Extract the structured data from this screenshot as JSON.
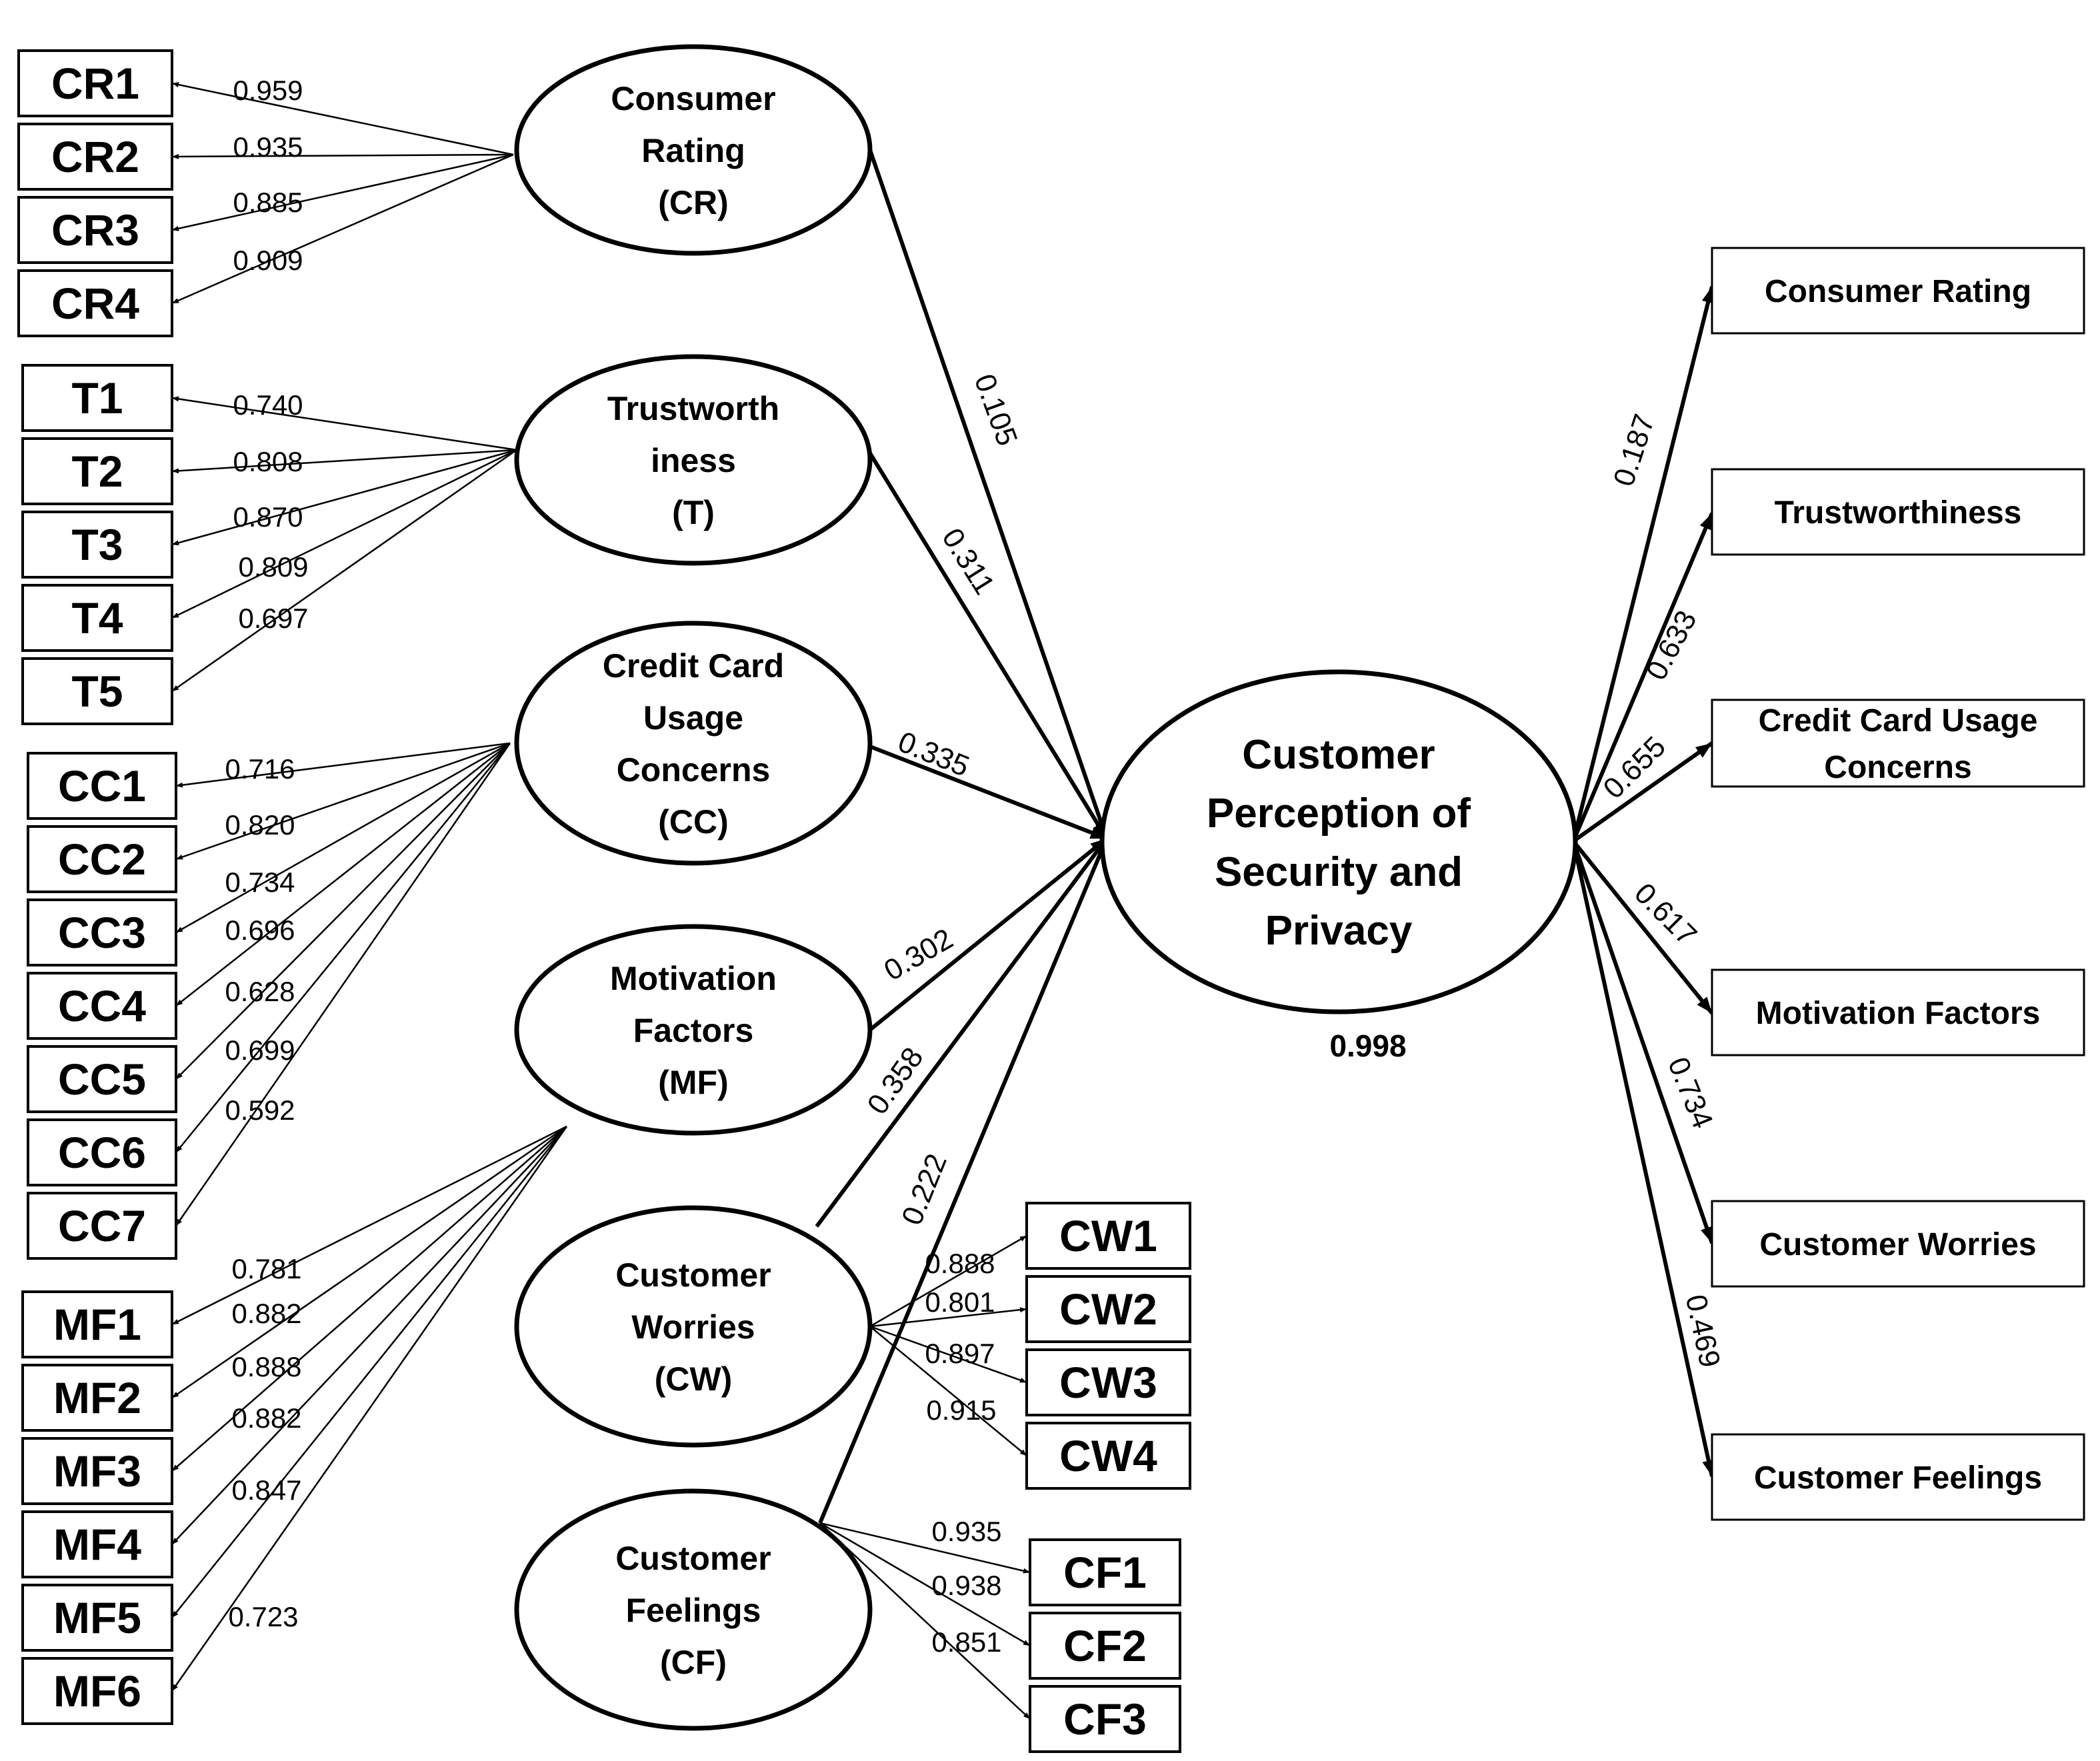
{
  "latents": [
    {
      "id": "CR",
      "lines": [
        "Consumer",
        "Rating",
        "(CR)"
      ]
    },
    {
      "id": "T",
      "lines": [
        "Trustworth",
        "iness",
        "(T)"
      ]
    },
    {
      "id": "CC",
      "lines": [
        "Credit Card",
        "Usage",
        "Concerns",
        "(CC)"
      ]
    },
    {
      "id": "MF",
      "lines": [
        "Motivation",
        "Factors",
        "(MF)"
      ]
    },
    {
      "id": "CW",
      "lines": [
        "Customer",
        "Worries",
        "(CW)"
      ]
    },
    {
      "id": "CF",
      "lines": [
        "Customer",
        "Feelings",
        "(CF)"
      ]
    }
  ],
  "central": {
    "lines": [
      "Customer",
      "Perception of",
      "Security and",
      "Privacy"
    ],
    "r_squared": "0.998"
  },
  "indicators": {
    "CR": [
      {
        "label": "CR1",
        "loading": "0.959"
      },
      {
        "label": "CR2",
        "loading": "0.935"
      },
      {
        "label": "CR3",
        "loading": "0.885"
      },
      {
        "label": "CR4",
        "loading": "0.909"
      }
    ],
    "T": [
      {
        "label": "T1",
        "loading": "0.740"
      },
      {
        "label": "T2",
        "loading": "0.808"
      },
      {
        "label": "T3",
        "loading": "0.870"
      },
      {
        "label": "T4",
        "loading": "0.809"
      },
      {
        "label": "T5",
        "loading": "0.697"
      }
    ],
    "CC": [
      {
        "label": "CC1",
        "loading": "0.716"
      },
      {
        "label": "CC2",
        "loading": "0.820"
      },
      {
        "label": "CC3",
        "loading": "0.734"
      },
      {
        "label": "CC4",
        "loading": "0.696"
      },
      {
        "label": "CC5",
        "loading": "0.628"
      },
      {
        "label": "CC6",
        "loading": "0.699"
      },
      {
        "label": "CC7",
        "loading": "0.592"
      }
    ],
    "MF": [
      {
        "label": "MF1",
        "loading": "0.781"
      },
      {
        "label": "MF2",
        "loading": "0.882"
      },
      {
        "label": "MF3",
        "loading": "0.888"
      },
      {
        "label": "MF4",
        "loading": "0.882"
      },
      {
        "label": "MF5",
        "loading": "0.847"
      },
      {
        "label": "MF6",
        "loading": "0.723"
      }
    ],
    "CW": [
      {
        "label": "CW1",
        "loading": "0.888"
      },
      {
        "label": "CW2",
        "loading": "0.801"
      },
      {
        "label": "CW3",
        "loading": "0.897"
      },
      {
        "label": "CW4",
        "loading": "0.915"
      }
    ],
    "CF": [
      {
        "label": "CF1",
        "loading": "0.935"
      },
      {
        "label": "CF2",
        "loading": "0.938"
      },
      {
        "label": "CF3",
        "loading": "0.851"
      }
    ]
  },
  "paths": [
    {
      "from": "CR",
      "coef": "0.105"
    },
    {
      "from": "T",
      "coef": "0.311"
    },
    {
      "from": "CC",
      "coef": "0.335"
    },
    {
      "from": "MF",
      "coef": "0.302"
    },
    {
      "from": "CW",
      "coef": "0.358"
    },
    {
      "from": "CF",
      "coef": "0.222"
    }
  ],
  "outputs": [
    {
      "lines": [
        "Consumer Rating"
      ],
      "coef": "0.187"
    },
    {
      "lines": [
        "Trustworthiness"
      ],
      "coef": "0.633"
    },
    {
      "lines": [
        "Credit Card Usage",
        "Concerns"
      ],
      "coef": "0.655"
    },
    {
      "lines": [
        "Motivation Factors"
      ],
      "coef": "0.617"
    },
    {
      "lines": [
        "Customer Worries"
      ],
      "coef": "0.734"
    },
    {
      "lines": [
        "Customer Feelings"
      ],
      "coef": "0.469"
    }
  ]
}
